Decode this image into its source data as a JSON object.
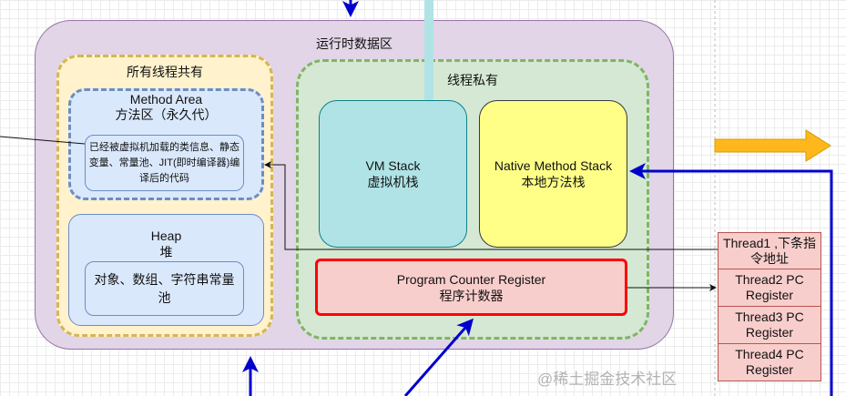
{
  "runtime_area": {
    "title": "运行时数据区"
  },
  "shared": {
    "title": "所有线程共有",
    "method_area": {
      "title": "Method Area",
      "subtitle": "方法区（永久代）",
      "content": "已经被虚拟机加载的类信息、静态变量、常量池、JIT(即时编译器)编译后的代码"
    },
    "heap": {
      "title": "Heap",
      "subtitle": "堆",
      "content": "对象、数组、字符串常量池"
    }
  },
  "private": {
    "title": "线程私有",
    "vm_stack": {
      "title": "VM Stack",
      "subtitle": "虚拟机栈"
    },
    "native_stack": {
      "title": "Native Method Stack",
      "subtitle": "本地方法栈"
    },
    "pc": {
      "title": "Program Counter Register",
      "subtitle": "程序计数器"
    }
  },
  "threads": [
    "Thread1 ,下条指令地址",
    "Thread2 PC Register",
    "Thread3 PC Register",
    "Thread4 PC Register"
  ],
  "watermark": "@稀土掘金技术社区",
  "colors": {
    "runtime": "#e1d5e7",
    "shared": "#fff2cc",
    "blue_box": "#dae8fc",
    "green": "#d5e8d4",
    "vm": "#b0e3e6",
    "native": "#ffff88",
    "pc": "#f8cecc",
    "arrow_blue": "#0000cc",
    "arrow_orange": "#ffb81c"
  }
}
